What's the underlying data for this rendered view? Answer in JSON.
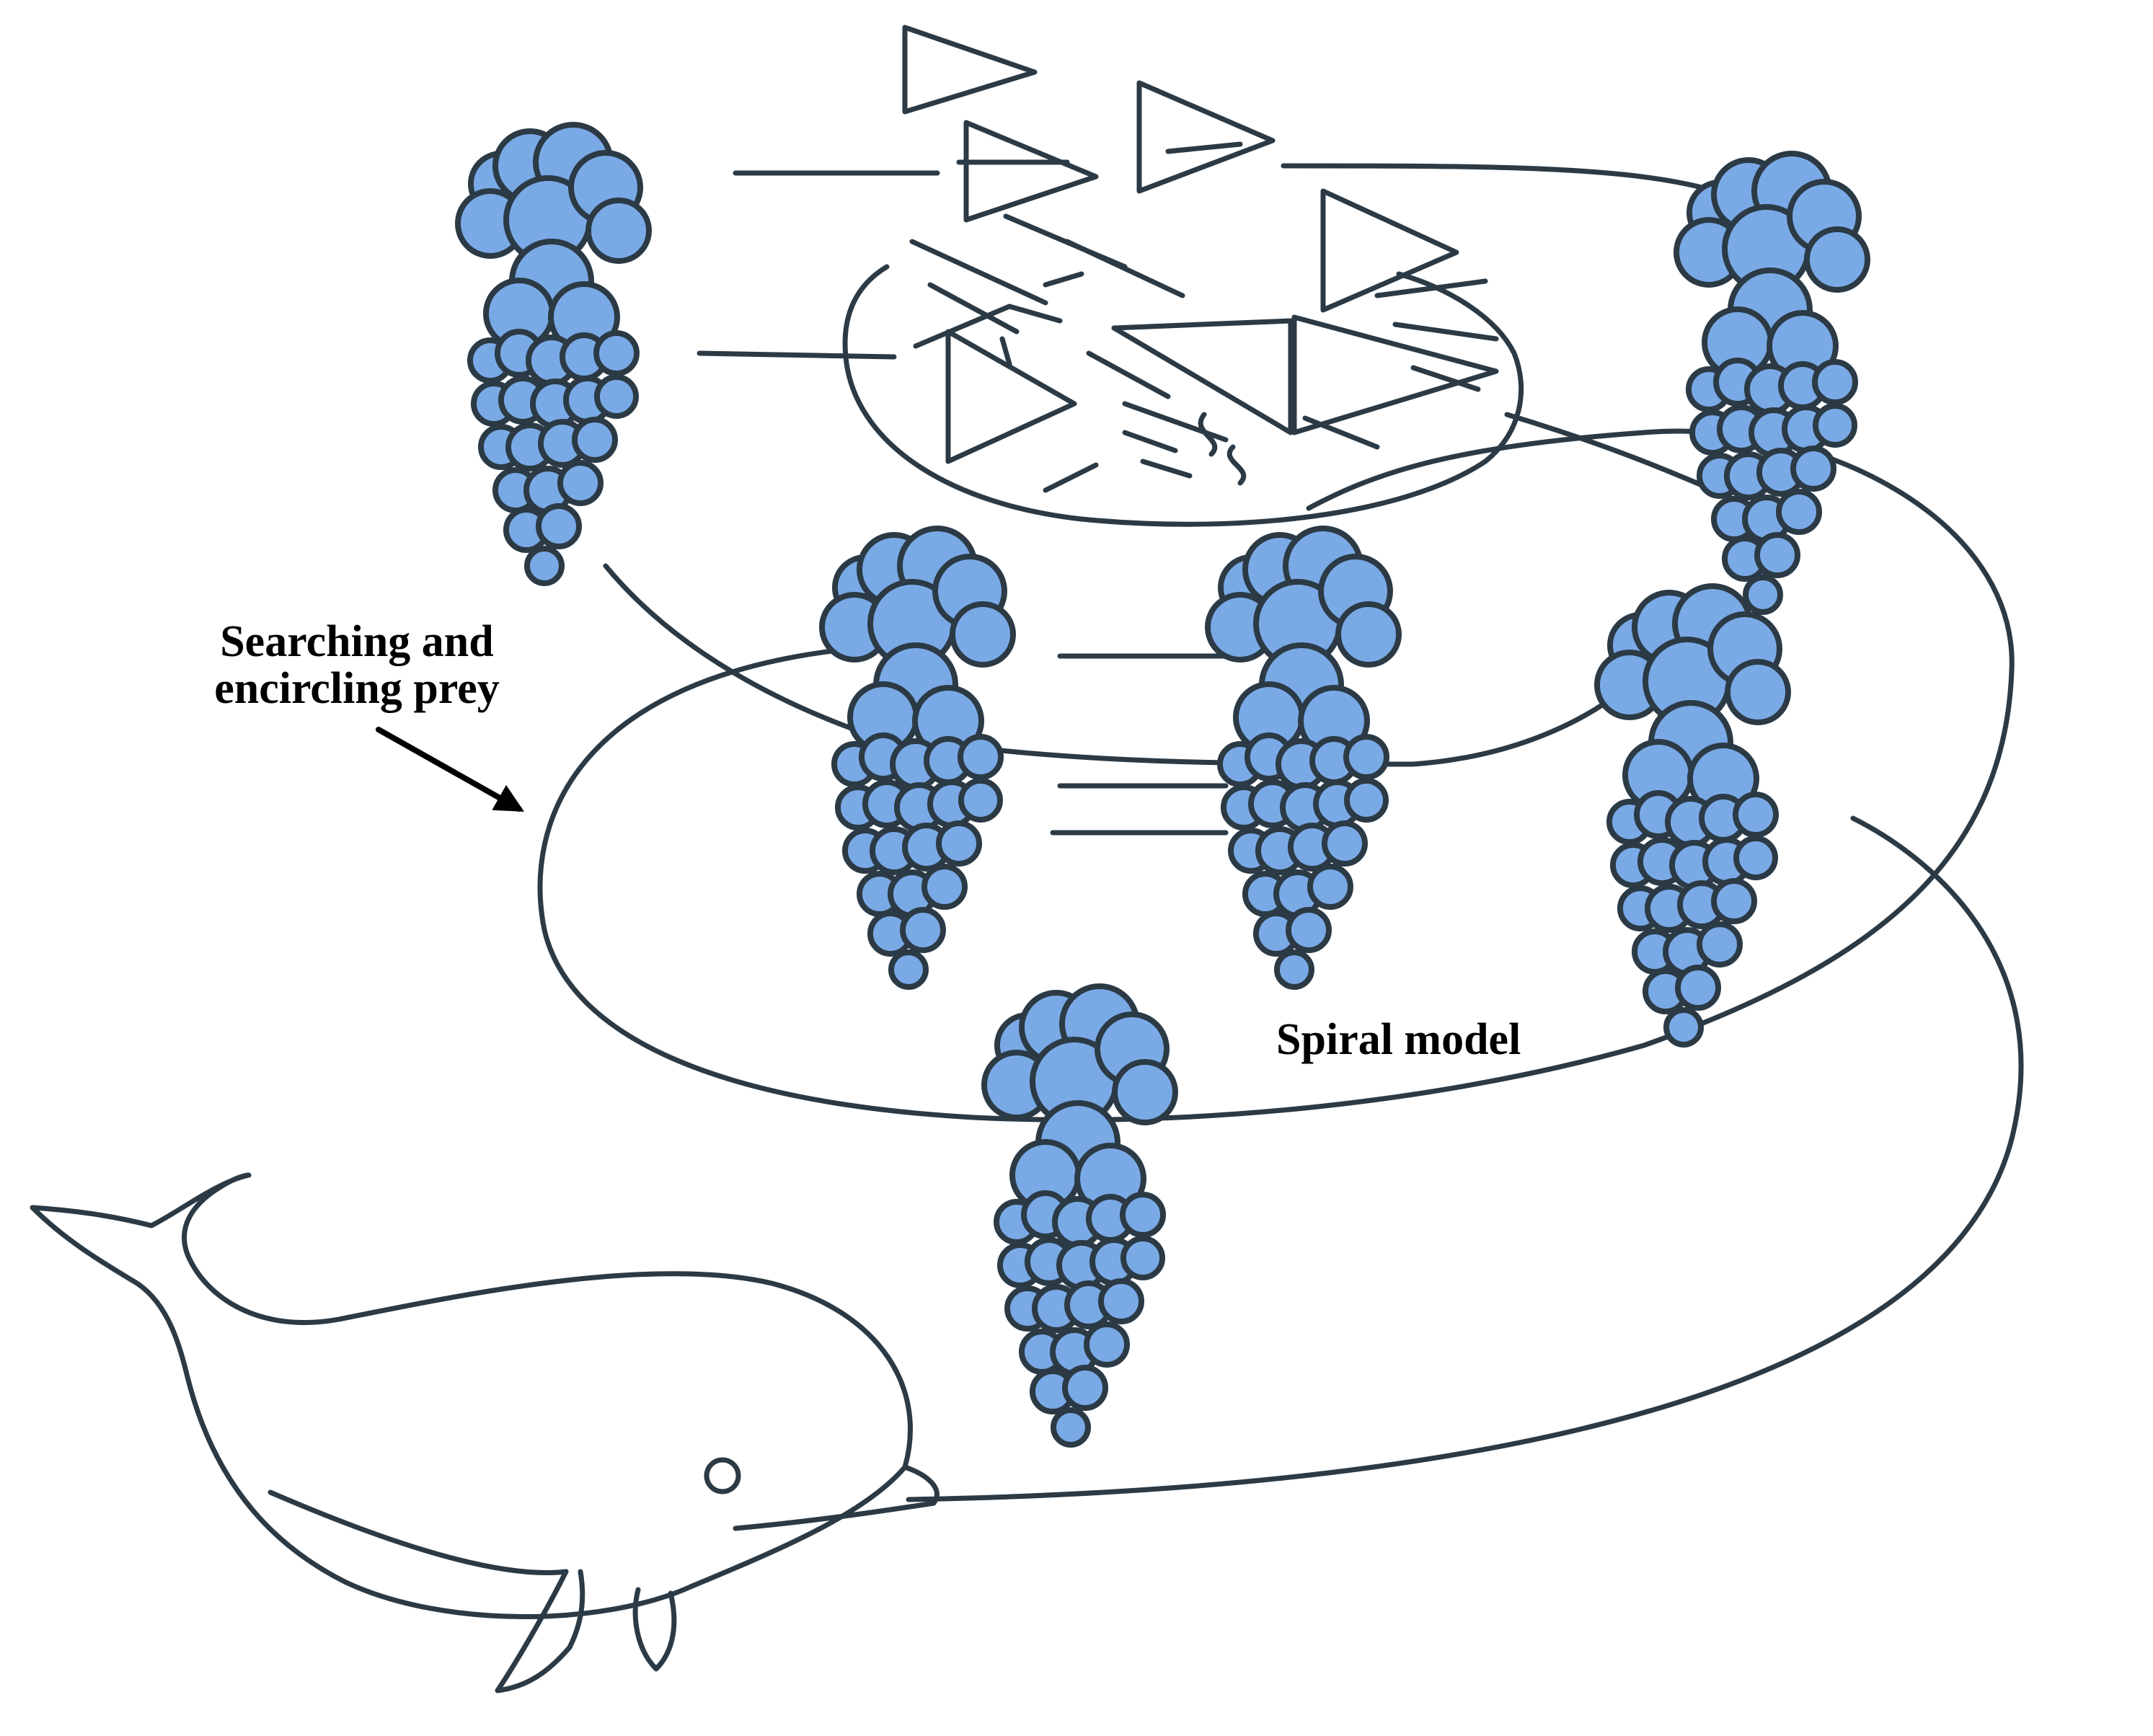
{
  "labels": {
    "searching_line1": "Searching and",
    "searching_line2": "encircling prey",
    "spiral": "Spiral model"
  },
  "colors": {
    "prey_fill": "#7aaae6",
    "outline": "#2b3a45",
    "text": "#000000",
    "background": "#ffffff"
  },
  "icons": {
    "whale": "whale-icon",
    "prey": "krill-swarm-icon",
    "net": "bubble-net-icon"
  }
}
